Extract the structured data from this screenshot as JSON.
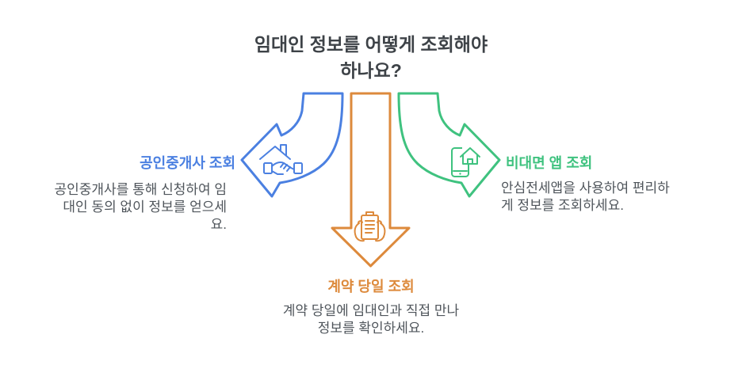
{
  "title": {
    "line1": "임대인 정보를 어떻게 조회해야",
    "line2": "하나요?"
  },
  "branches": {
    "left": {
      "label": "공인중개사 조회",
      "lines": [
        "공인중개사를 통해 신청하여 임",
        "대인 동의 없이 정보를 얻으세",
        "요."
      ],
      "icon": "house-handshake-icon",
      "color": "#4b80e1"
    },
    "bottom": {
      "label": "계약 당일 조회",
      "lines": [
        "계약 당일에 임대인과 직접 만나",
        "정보를 확인하세요."
      ],
      "icon": "hands-holding-document-icon",
      "color": "#dd8a3c"
    },
    "right": {
      "label": "비대면 앱 조회",
      "lines": [
        "안심전세앱을 사용하여 편리하",
        "게 정보를 조회하세요."
      ],
      "icon": "smartphone-house-icon",
      "color": "#3fc27f"
    }
  },
  "colors": {
    "blue": "#4b80e1",
    "orange": "#dd8a3c",
    "green": "#3fc27f",
    "title_text": "#3d4247",
    "body_text": "#4f555b",
    "background": "#ffffff"
  }
}
